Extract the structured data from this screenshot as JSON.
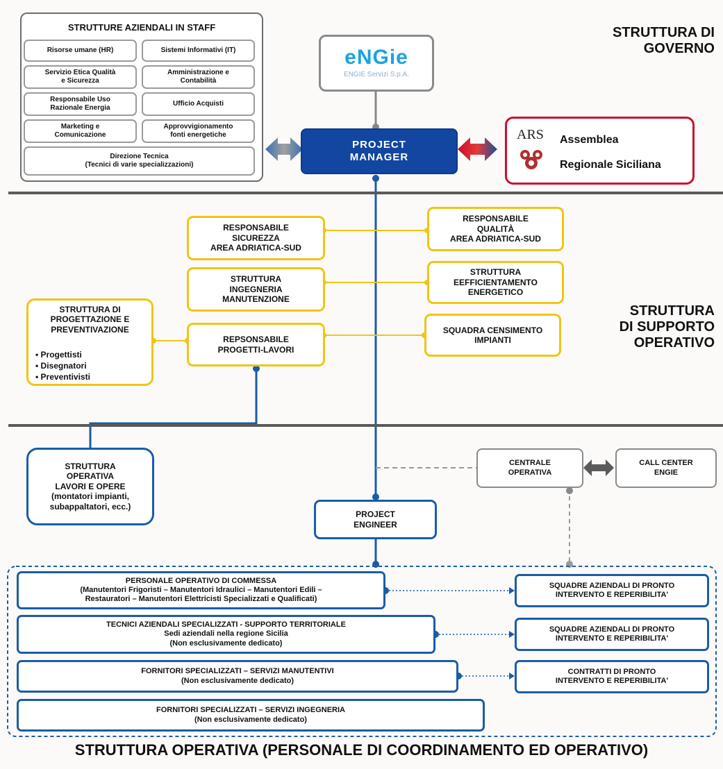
{
  "governance": {
    "section_label": "STRUTTURA DI\nGOVERNO",
    "staff": {
      "title": "STRUTTURE AZIENDALI IN STAFF",
      "items": [
        "Risorse umane (HR)",
        "Sistemi Informativi (IT)",
        "Servizio Etica Qualità\ne Sicurezza",
        "Amministrazione e\nContabilità",
        "Responsabile Uso\nRazionale Energia",
        "Ufficio Acquisti",
        "Marketing e\nComunicazione",
        "Approvvigionamento\nfonti energetiche",
        "Direzione Tecnica\n(Tecnici di varie specializzazioni)"
      ]
    },
    "engie": {
      "logo_text": "eNGie",
      "subtitle": "ENGIE Servizi S.p.A."
    },
    "project_manager": "PROJECT\nMANAGER",
    "ars": {
      "abbr": "ARS",
      "line1": "Assemblea",
      "line2": "Regionale Siciliana"
    }
  },
  "support": {
    "section_label": "STRUTTURA\nDI  SUPPORTO\nOPERATIVO",
    "left": [
      "RESPONSABILE\nSICUREZZA\nAREA ADRIATICA-SUD",
      "STRUTTURA\nINGEGNERIA\nMANUTENZIONE",
      "REPSONSABILE\nPROGETTI-LAVORI"
    ],
    "right": [
      "RESPONSABILE\nQUALITÀ\nAREA ADRIATICA-SUD",
      "STRUTTURA\nEEFFICIENTAMENTO\nENERGETICO",
      "SQUADRA CENSIMENTO\nIMPIANTI"
    ],
    "design": {
      "title": "STRUTTURA DI\nPROGETTAZIONE E\nPREVENTIVAZIONE",
      "bullets": [
        "Progettisti",
        "Disegnatori",
        "Preventivisti"
      ]
    }
  },
  "operational": {
    "section_label": "STRUTTURA OPERATIVA (PERSONALE DI COORDINAMENTO ED OPERATIVO)",
    "works": "STRUTTURA\nOPERATIVA\nLAVORI  E OPERE\n(montatori impianti,\nsubappaltatori, ecc.)",
    "central": "CENTRALE\nOPERATIVA",
    "call_center": "CALL CENTER\nENGIE",
    "project_engineer": "PROJECT\nENGINEER",
    "rows": [
      "PERSONALE OPERATIVO DI COMMESSA\n(Manutentori Frigoristi – Manutentori Idraulici – Manutentori Edili –\nRestauratori – Manutentori Elettricisti Specializzati e Qualificati)",
      "TECNICI AZIENDALI SPECIALIZZATI - SUPPORTO TERRITORIALE\nSedi aziendali nella regione Sicilia\n(Non esclusivamente dedicato)",
      "FORNITORI SPECIALIZZATI – SERVIZI MANUTENTIVI\n(Non esclusivamente dedicato)",
      "FORNITORI SPECIALIZZATI – SERVIZI INGEGNERIA\n(Non esclusivamente dedicato)"
    ],
    "side": [
      "SQUADRE AZIENDALI DI PRONTO\nINTERVENTO E REPERIBILITA'",
      "SQUADRE AZIENDALI DI PRONTO\nINTERVENTO E REPERIBILITA'",
      "CONTRATTI DI PRONTO\nINTERVENTO E REPERIBILITA'"
    ]
  },
  "colors": {
    "yellow": "#f2c414",
    "blue": "#1a5ca8",
    "dark_blue": "#1346a0",
    "red": "#c8102e",
    "grey": "#8a8a8a"
  }
}
